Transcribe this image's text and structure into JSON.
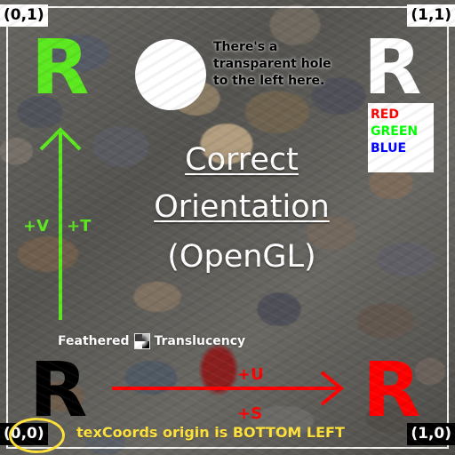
{
  "corners": {
    "top_left": "(0,1)",
    "top_right": "(1,1)",
    "bottom_left": "(0,0)",
    "bottom_right": "(1,0)"
  },
  "letters": {
    "top_left": "R",
    "top_right": "R",
    "bottom_left": "R",
    "bottom_right": "R"
  },
  "hole_note": "There's a\ntransparent hole\nto the left here.",
  "rgb_box": {
    "red": "RED",
    "green": "GREEN",
    "blue": "BLUE"
  },
  "title": {
    "line1": "Correct",
    "line2": "Orientation",
    "line3": "(OpenGL)"
  },
  "axes": {
    "vertical_left": "+V",
    "vertical_right": "+T",
    "horizontal_top": "+U",
    "horizontal_bottom": "+S"
  },
  "feathered": {
    "left": "Feathered",
    "right": "Translucency"
  },
  "origin_note": "texCoords origin is BOTTOM LEFT",
  "colors": {
    "green": "#5ce81f",
    "red": "#ff0000",
    "yellow": "#ffe23b",
    "white": "#ffffff",
    "black": "#000000"
  }
}
